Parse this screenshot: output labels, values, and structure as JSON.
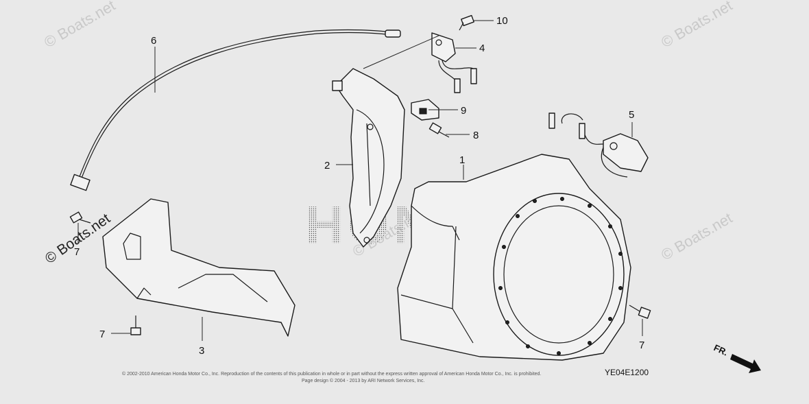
{
  "diagram": {
    "callouts": [
      {
        "id": "c1",
        "label": "1"
      },
      {
        "id": "c2",
        "label": "2"
      },
      {
        "id": "c3",
        "label": "3"
      },
      {
        "id": "c4",
        "label": "4"
      },
      {
        "id": "c5",
        "label": "5"
      },
      {
        "id": "c6",
        "label": "6"
      },
      {
        "id": "c7a",
        "label": "7"
      },
      {
        "id": "c7b",
        "label": "7"
      },
      {
        "id": "c7c",
        "label": "7"
      },
      {
        "id": "c8",
        "label": "8"
      },
      {
        "id": "c9",
        "label": "9"
      },
      {
        "id": "c10",
        "label": "10"
      }
    ],
    "diagram_code": "YE04E1200",
    "direction_label": "FR.",
    "background_logo": "HONDA",
    "watermark": "© Boats.net",
    "copyright_line1": "© 2002-2010 American Honda Motor Co., Inc. Reproduction of the contents of this publication in whole or in part without the express written approval of American Honda Motor Co., Inc. is prohibited.",
    "copyright_line2": "Page design © 2004 - 2013 by ARI Network Services, Inc."
  },
  "colors": {
    "background": "#e9e9e9",
    "ink": "#1a1a1a"
  }
}
